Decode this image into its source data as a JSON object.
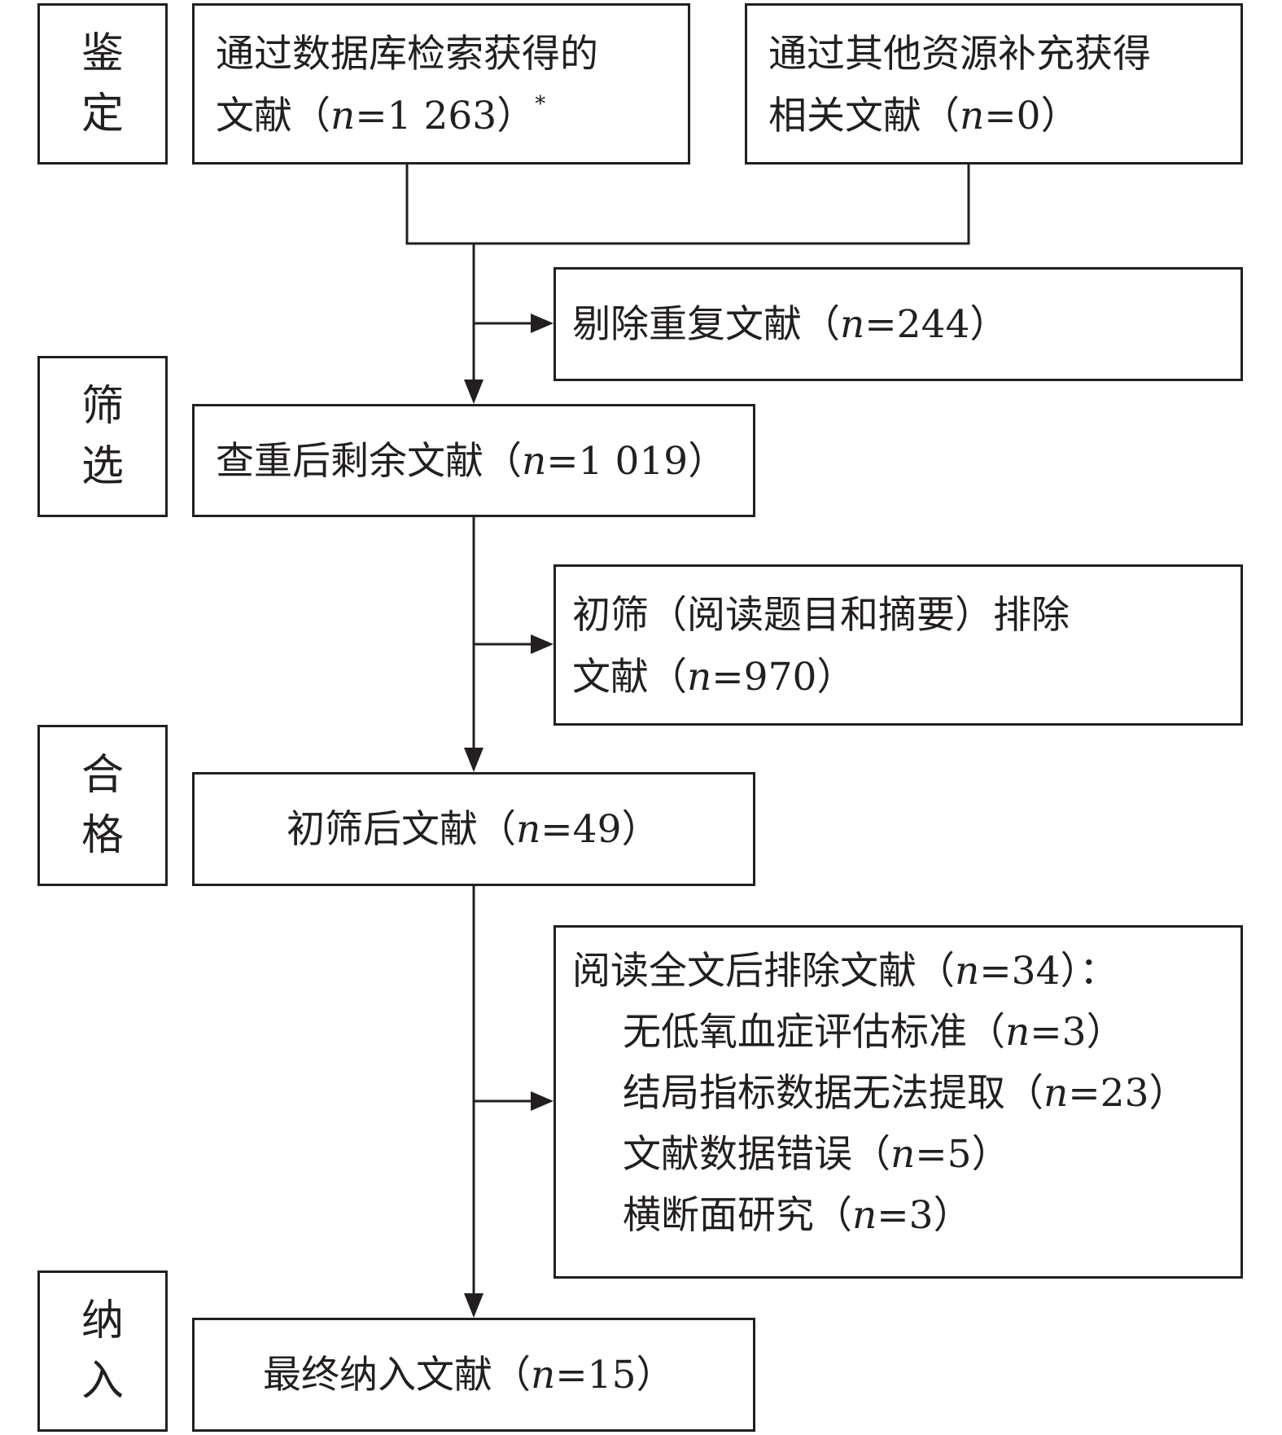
{
  "stages": [
    {
      "chars": [
        "鉴",
        "定"
      ]
    },
    {
      "chars": [
        "筛",
        "选"
      ]
    },
    {
      "chars": [
        "合",
        "格"
      ]
    },
    {
      "chars": [
        "纳",
        "入"
      ]
    }
  ],
  "boxes": {
    "database": {
      "line1": "通过数据库检索获得的",
      "line2_prefix": "文献（",
      "n_var": "n",
      "line2_value": "=1 263）",
      "footnote_mark": "*"
    },
    "other_sources": {
      "line1": "通过其他资源补充获得",
      "line2_prefix": "相关文献（",
      "n_var": "n",
      "line2_value": "=0）"
    },
    "duplicates_removed": {
      "prefix": "剔除重复文献（",
      "n_var": "n",
      "value": "=244）"
    },
    "after_dedup": {
      "prefix": "查重后剩余文献（",
      "n_var": "n",
      "value": "=1 019）"
    },
    "screen_excluded": {
      "line1": "初筛（阅读题目和摘要）排除",
      "line2_prefix": "文献（",
      "n_var": "n",
      "line2_value": "=970）"
    },
    "after_screen": {
      "prefix": "初筛后文献（",
      "n_var": "n",
      "value": "=49）"
    },
    "fulltext_excluded": {
      "heading_prefix": "阅读全文后排除文献（",
      "n_var": "n",
      "heading_value": "=34）：",
      "reasons": [
        {
          "prefix": "无低氧血症评估标准（",
          "n_var": "n",
          "value": "=3）"
        },
        {
          "prefix": "结局指标数据无法提取（",
          "n_var": "n",
          "value": "=23）"
        },
        {
          "prefix": "文献数据错误（",
          "n_var": "n",
          "value": "=5）"
        },
        {
          "prefix": "横断面研究（",
          "n_var": "n",
          "value": "=3）"
        }
      ]
    },
    "included": {
      "prefix": "最终纳入文献（",
      "n_var": "n",
      "value": "=15）"
    }
  },
  "colors": {
    "line": "#231f20",
    "background": "#ffffff"
  }
}
